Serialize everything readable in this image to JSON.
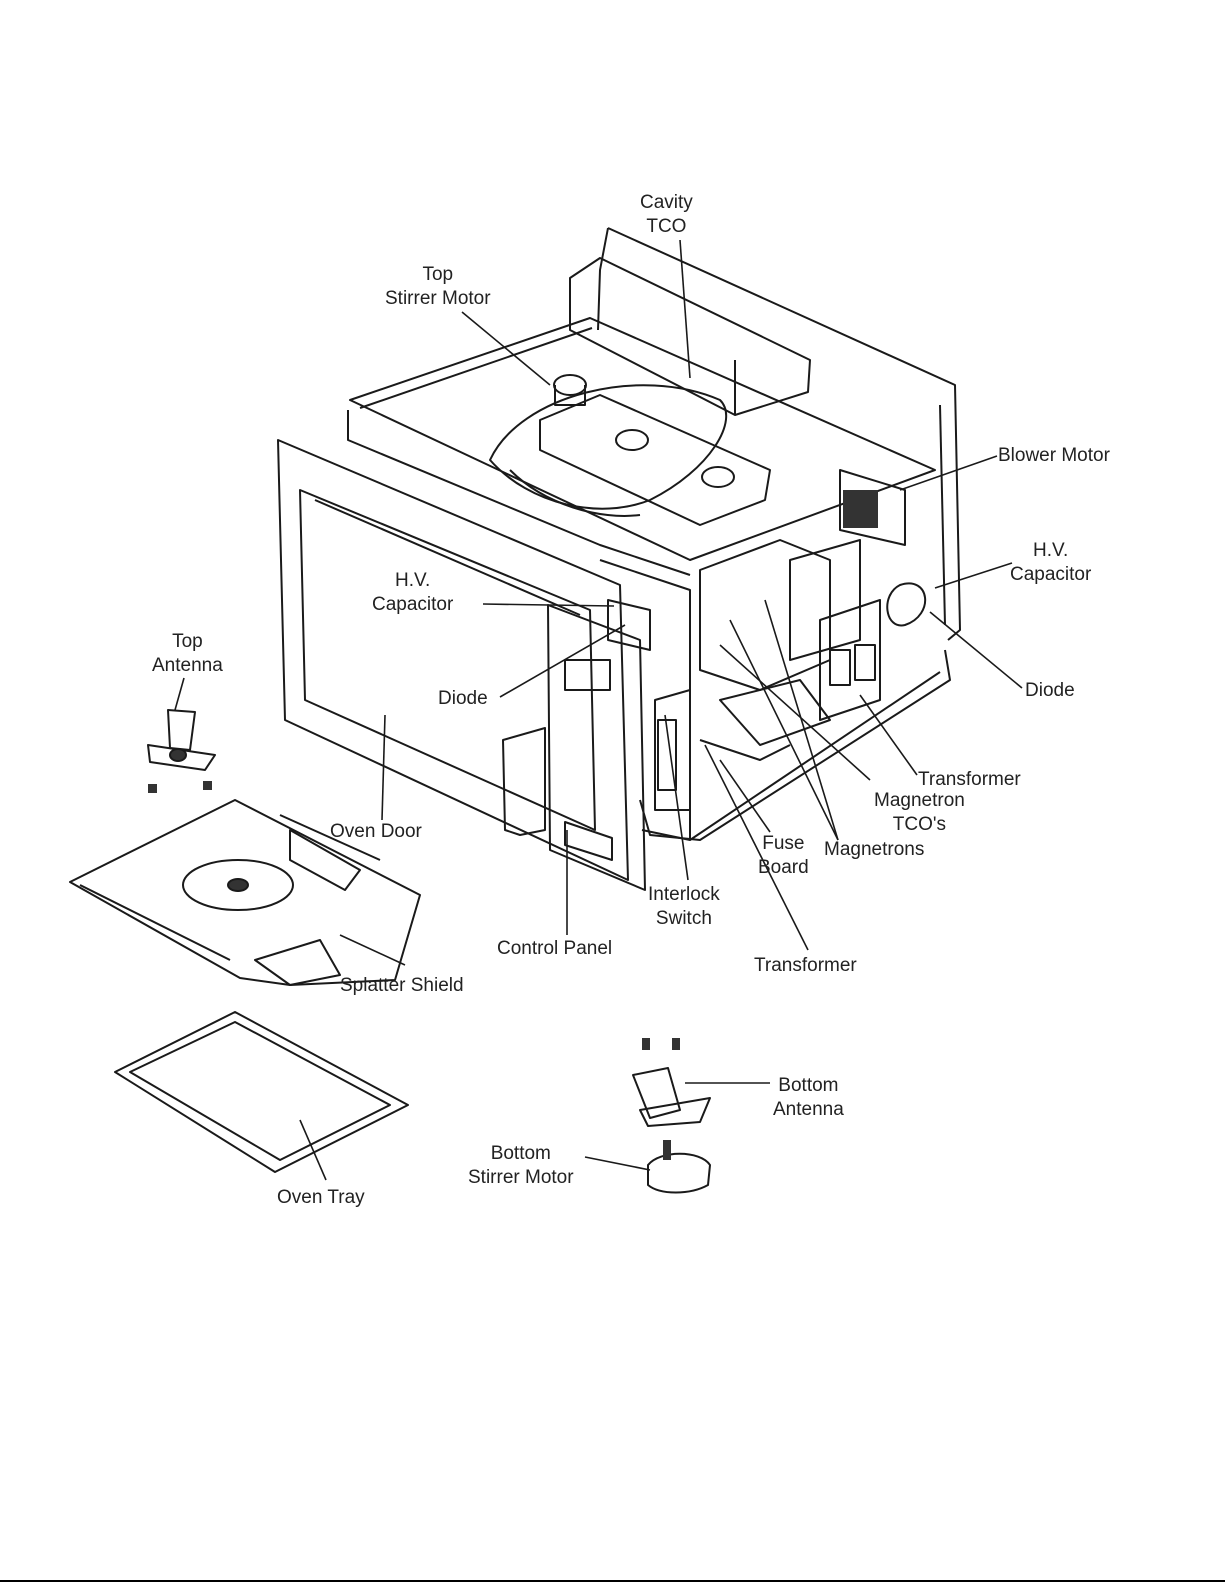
{
  "labels": {
    "cavity_tco": [
      "Cavity",
      "TCO"
    ],
    "top_stirrer_motor": [
      "Top",
      "Stirrer Motor"
    ],
    "blower_motor": [
      "Blower Motor"
    ],
    "hv_capacitor_right": [
      "H.V.",
      "Capacitor"
    ],
    "hv_capacitor_left": [
      "H.V.",
      "Capacitor"
    ],
    "top_antenna": [
      "Top",
      "Antenna"
    ],
    "diode_left": [
      "Diode"
    ],
    "diode_right": [
      "Diode"
    ],
    "transformer_right": [
      "Transformer"
    ],
    "magnetron_tcos": [
      "Magnetron",
      "TCO's"
    ],
    "oven_door": [
      "Oven Door"
    ],
    "fuse_board": [
      "Fuse",
      "Board"
    ],
    "magnetrons": [
      "Magnetrons"
    ],
    "interlock_switch": [
      "Interlock",
      "Switch"
    ],
    "control_panel": [
      "Control Panel"
    ],
    "transformer_bottom": [
      "Transformer"
    ],
    "splatter_shield": [
      "Splatter Shield"
    ],
    "bottom_antenna": [
      "Bottom",
      "Antenna"
    ],
    "bottom_stirrer_motor": [
      "Bottom",
      "Stirrer Motor"
    ],
    "oven_tray": [
      "Oven Tray"
    ]
  },
  "colors": {
    "line": "#1a1a1a",
    "text": "#222222",
    "fill_dark": "#333333"
  }
}
